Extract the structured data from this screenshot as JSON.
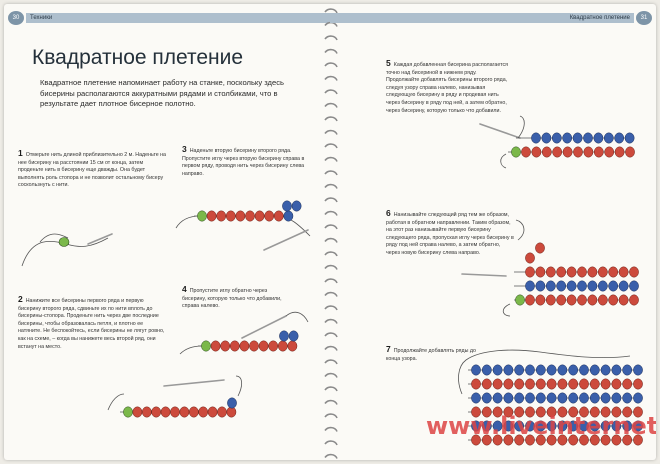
{
  "left_page": {
    "page_number": "30",
    "section": "Техники",
    "title": "Квадратное плетение",
    "lead": "Квадратное плетение напоминает работу на станке, поскольку здесь бисерины располагаются аккуратными рядами и столбиками, что в результате дает плотное бисерное полотно.",
    "steps": [
      {
        "num": "1",
        "text": "Отмерьте нить длиной приблизительно 2 м. Наденьте на нее бисерину на расстоянии 15 см от конца, затем проденьте нить в бисерину еще дважды. Она будет выполнять роль стопора и не позволит остальному бисеру соскользнуть с нити."
      },
      {
        "num": "2",
        "text": "Нанижите все бисерины первого ряда и первую бисерину второго ряда, сдвиньте их по нити вплоть до бисерины-стопора. Проденьте нить через две последние бисерины, чтобы образовалась петля, и плотно ее натяните. Не беспокойтесь, если бисерины не лягут ровно, как на схеме, – когда вы нанижете весь второй ряд, они встанут на место."
      },
      {
        "num": "3",
        "text": "Наденьте вторую бисерину второго ряда. Пропустите иглу через вторую бисерину справа в первом ряду, проводя нить через бисерину слева направо."
      },
      {
        "num": "4",
        "text": "Пропустите иглу обратно через бисерину, которую только что добавили, справа налево."
      }
    ]
  },
  "right_page": {
    "page_number": "31",
    "section": "Квадратное плетение",
    "steps": [
      {
        "num": "5",
        "text": "Каждая добавленная бисерина располагается точно над бисериной в нижнем ряду. Продолжайте добавлять бисерины второго ряда, следуя узору справа налево, нанизывая следующую бисерину в ряду и продевая нить через бисерину в ряду под ней, а затем обратно, через бисерину, которую только что добавили."
      },
      {
        "num": "6",
        "text": "Нанизывайте следующий ряд тем же образом, работая в обратном направлении. Таким образом, на этот раз нанизывайте первую бисерину следующего ряда, пропуская иглу через бисерину в ряду под ней справа налево, а затем обратно, через новую бисерину слева направо."
      },
      {
        "num": "7",
        "text": "Продолжайте добавлять ряды до конца узора."
      }
    ],
    "watermark": "www.liveinternet.ru"
  },
  "colors": {
    "red_bead": "#cc4a3c",
    "blue_bead": "#3a5faa",
    "green_bead": "#7bb84a",
    "header_band": "#aebfcd",
    "page_number_circle": "#7d94a7"
  },
  "icons": [
    "needle-icon",
    "thread-icon",
    "bead-icon",
    "spiral-binding-icon"
  ]
}
